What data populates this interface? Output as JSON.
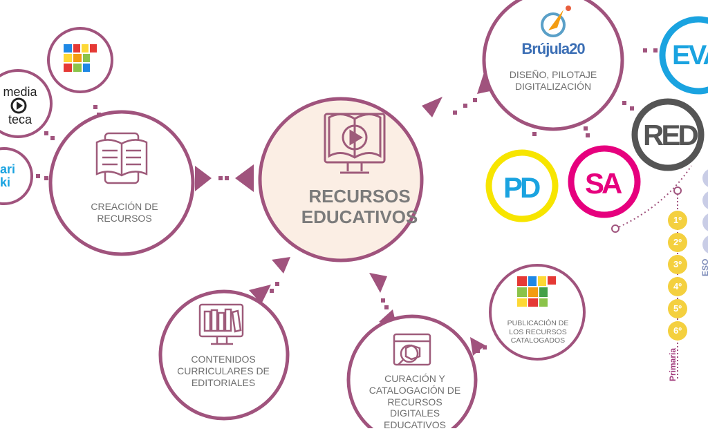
{
  "main_node": {
    "line1": "RECURSOS",
    "line2": "EDUCATIVOS"
  },
  "nodes": {
    "creacion": {
      "line1": "CREACIÓN DE",
      "line2": "RECURSOS"
    },
    "brujula": {
      "logo": "Brújula20",
      "line1": "DISEÑO, PILOTAJE",
      "line2": "DIGITALIZACIÓN"
    },
    "contenidos": {
      "line1": "CONTENIDOS",
      "line2": "CURRICULARES DE",
      "line3": "EDITORIALES"
    },
    "curacion": {
      "line1": "CURACIÓN Y",
      "line2": "CATALOGACIÓN DE",
      "line3": "RECURSOS",
      "line4": "DIGITALES",
      "line5": "EDUCATIVOS"
    },
    "publicacion": {
      "line1": "PUBLICACIÓN DE",
      "line2": "LOS RECURSOS",
      "line3": "CATALOGADOS"
    }
  },
  "satellites": {
    "mediateca": {
      "line1": "media",
      "line2": "teca"
    },
    "wiki": {
      "line1": "ari",
      "line2": "ki"
    },
    "eva": "EVA",
    "red": "RED",
    "pd": "PD",
    "sa": "SA"
  },
  "grades": [
    "1º",
    "2º",
    "3º",
    "4º",
    "5º",
    "6º"
  ],
  "primaria_label": "Primaria",
  "eso_label": "ESO",
  "colors": {
    "accent": "#a0537d",
    "main_fill": "#fbeee4",
    "icon_stroke": "#9e5b7a",
    "pd_ring": "#f7e500",
    "sa_ring": "#e6007e",
    "red_ring": "#555555",
    "eva_ring": "#1aa3e0",
    "grade_fill": "#f4d03f"
  }
}
